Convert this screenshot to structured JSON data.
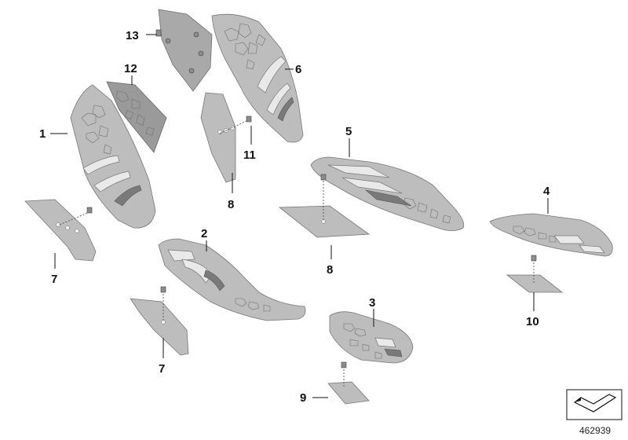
{
  "callouts": [
    {
      "id": "c1",
      "label": "1"
    },
    {
      "id": "c2",
      "label": "2"
    },
    {
      "id": "c3",
      "label": "3"
    },
    {
      "id": "c4",
      "label": "4"
    },
    {
      "id": "c5",
      "label": "5"
    },
    {
      "id": "c6",
      "label": "6"
    },
    {
      "id": "c7a",
      "label": "7"
    },
    {
      "id": "c7b",
      "label": "7"
    },
    {
      "id": "c8a",
      "label": "8"
    },
    {
      "id": "c8b",
      "label": "8"
    },
    {
      "id": "c9",
      "label": "9"
    },
    {
      "id": "c10",
      "label": "10"
    },
    {
      "id": "c11",
      "label": "11"
    },
    {
      "id": "c12",
      "label": "12"
    },
    {
      "id": "c13",
      "label": "13"
    }
  ],
  "reference_number": "462939"
}
